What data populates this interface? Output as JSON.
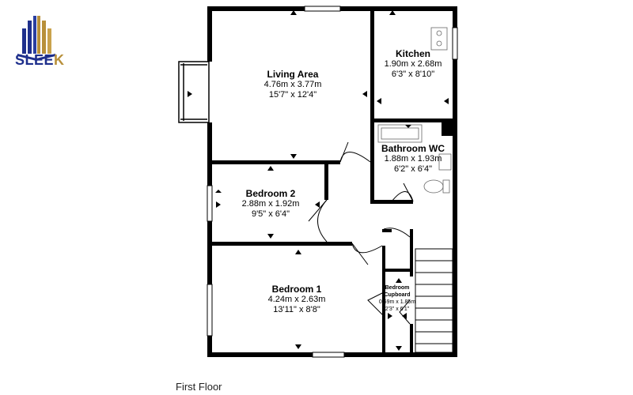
{
  "logo": {
    "text_main": "SLEE",
    "text_accent": "K",
    "colors": {
      "blue": "#1e2f8c",
      "gold": "#b8903a"
    }
  },
  "rooms": [
    {
      "name": "Living Area",
      "metric": "4.76m x 3.77m",
      "imperial": "15'7\" x 12'4\""
    },
    {
      "name": "Kitchen",
      "metric": "1.90m x 2.68m",
      "imperial": "6'3\" x 8'10\""
    },
    {
      "name": "Bathroom WC",
      "metric": "1.88m x 1.93m",
      "imperial": "6'2\" x 6'4\""
    },
    {
      "name": "Bedroom 2",
      "metric": "2.88m x 1.92m",
      "imperial": "9'5\" x 6'4\""
    },
    {
      "name": "Bedroom 1",
      "metric": "4.24m x 2.63m",
      "imperial": "13'11\" x 8'8\""
    },
    {
      "name": "Bedroom Cupboard",
      "metric": "0.69m x 1.85m",
      "imperial": "2'3\" x 6'1\""
    }
  ],
  "floor_label": "First Floor"
}
